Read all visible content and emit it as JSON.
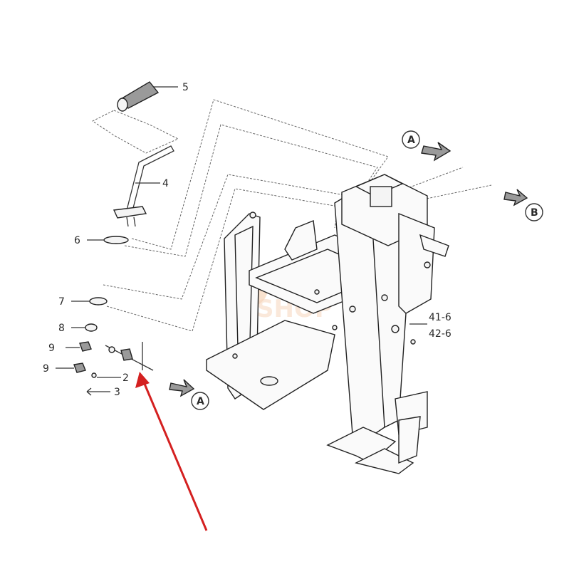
{
  "callouts": {
    "c5": "5",
    "c4": "4",
    "c6": "6",
    "c7": "7",
    "c8": "8",
    "c9a": "9",
    "c9b": "9",
    "c2": "2",
    "c3": "3",
    "c41": "41-6",
    "c42": "42-6"
  },
  "view_markers": {
    "a_top": "A",
    "b_right": "B",
    "a_bottom": "A"
  },
  "watermark": {
    "line1": "MS",
    "line2": "SHOP"
  },
  "colors": {
    "arrow": "#d42020",
    "watermark": "#f0b890"
  }
}
